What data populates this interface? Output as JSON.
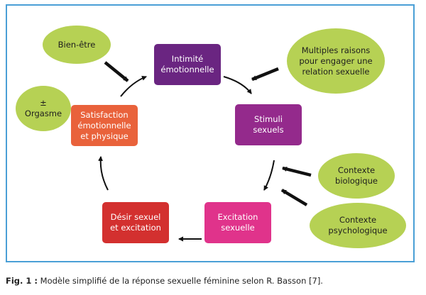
{
  "colors": {
    "frame": "#4a9fd6",
    "intimite": "#6a2581",
    "stimuli": "#942a8c",
    "excitation": "#e0338b",
    "desir": "#d3302f",
    "satisfaction": "#e9623b",
    "oval": "#b6d154",
    "arrow": "#111111"
  },
  "boxes": {
    "intimite": "Intimité\némotionnelle",
    "stimuli": "Stimuli\nsexuels",
    "excitation": "Excitation\nsexuelle",
    "desir": "Désir sexuel\net excitation",
    "satisfaction": "Satisfaction\némotionnelle\net physique"
  },
  "ovals": {
    "bien_etre": "Bien-être",
    "orgasme": "±\nOrgasme",
    "raisons": "Multiples raisons\npour engager une\nrelation sexuelle",
    "biologique": "Contexte\nbiologique",
    "psychologique": "Contexte\npsychologique"
  },
  "caption": {
    "label": "Fig. 1 :",
    "text": " Modèle simplifié de la réponse sexuelle féminine selon R. Basson [7]."
  }
}
